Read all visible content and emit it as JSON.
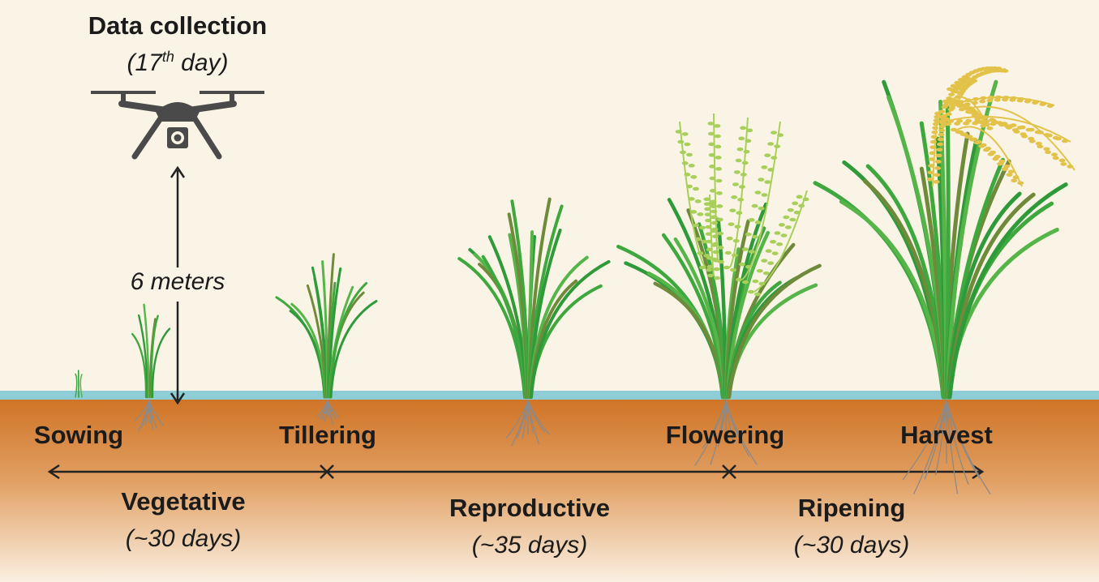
{
  "drone": {
    "title": "Data collection",
    "day_prefix": "(17",
    "day_sup": "th",
    "day_suffix": " day)",
    "height_label": "6 meters"
  },
  "stages": {
    "sowing": "Sowing",
    "tillering": "Tillering",
    "flowering": "Flowering",
    "harvest": "Harvest"
  },
  "phases": [
    {
      "name": "Vegetative",
      "duration": "(~30 days)"
    },
    {
      "name": "Reproductive",
      "duration": "(~35 days)"
    },
    {
      "name": "Ripening",
      "duration": "(~30 days)"
    }
  ],
  "colors": {
    "background": "#faf4e6",
    "water": "#8fcdd6",
    "soil": "#cf7426",
    "leaf": "#3ea83e",
    "leaf_dark": "#6f8a3a",
    "grain_green": "#a8cf5a",
    "grain_gold": "#e3c24a",
    "root": "#8a8a8a",
    "drone": "#4a4a4a"
  }
}
